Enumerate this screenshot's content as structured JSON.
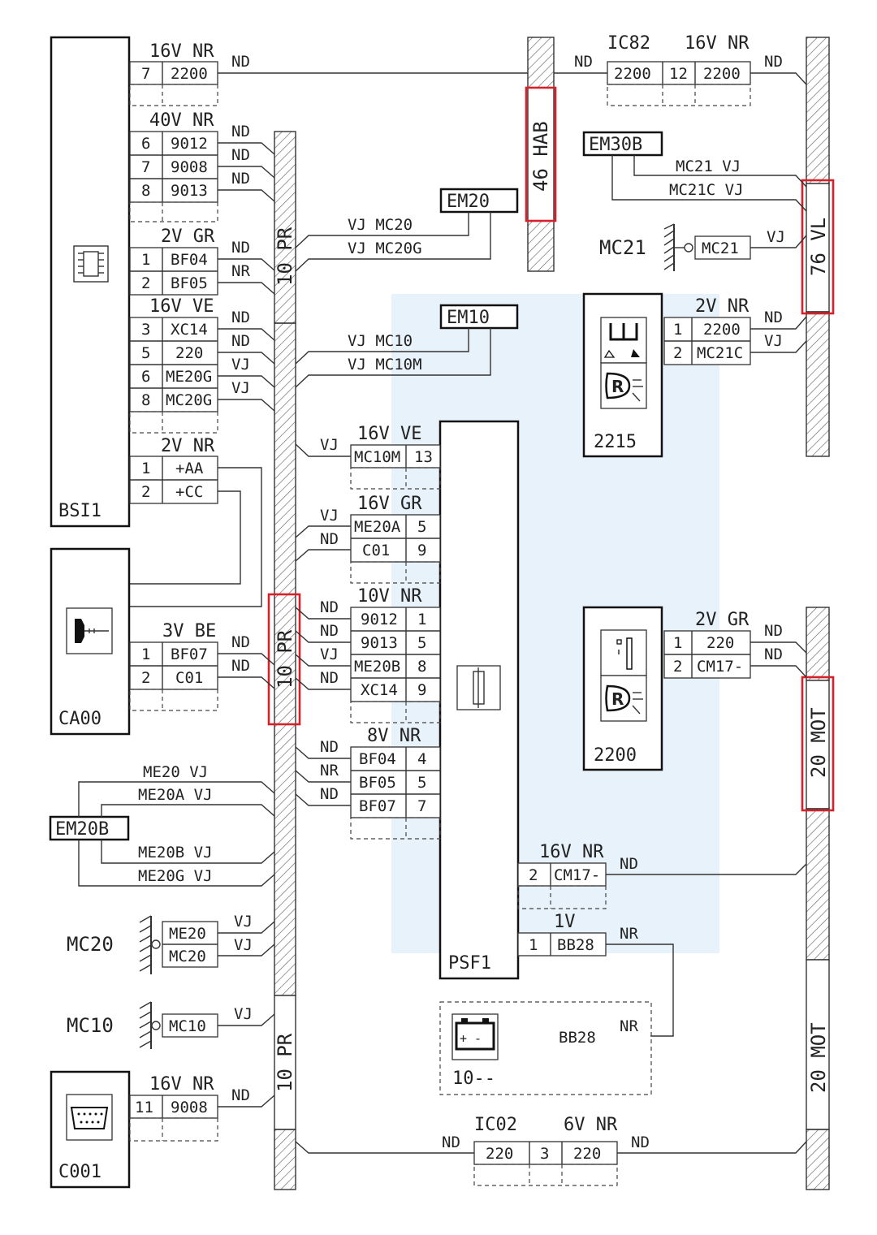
{
  "components": {
    "bsi": "BSI1",
    "ca00": "CA00",
    "c001": "C001",
    "psf1": "PSF1",
    "em20": "EM20",
    "em10": "EM10",
    "em30b": "EM30B",
    "em20b": "EM20B",
    "lamp2215": "2215",
    "lamp2200": "2200",
    "battery": "10--",
    "battery_terminals": "+ -",
    "battery_wire": "BB28",
    "mc20_label": "MC20",
    "mc10_label": "MC10",
    "mc21_label": "MC21"
  },
  "bus_labels": {
    "pr_upper": "10 PR",
    "pr_mid": "10 PR",
    "pr_lower": "10 PR",
    "hab": "46 HAB",
    "vl": "76 VL",
    "mot_upper": "20 MOT",
    "mot_lower": "20 MOT"
  },
  "connectors": {
    "bsi_16v_nr": {
      "header": "16V NR",
      "rows": [
        [
          "7",
          "2200",
          "ND"
        ]
      ]
    },
    "bsi_40v_nr": {
      "header": "40V NR",
      "rows": [
        [
          "6",
          "9012",
          "ND"
        ],
        [
          "7",
          "9008",
          "ND"
        ],
        [
          "8",
          "9013",
          "ND"
        ]
      ]
    },
    "bsi_2v_gr": {
      "header": "2V GR",
      "rows": [
        [
          "1",
          "BF04",
          "ND"
        ],
        [
          "2",
          "BF05",
          "NR"
        ]
      ]
    },
    "bsi_16v_ve": {
      "header": "16V VE",
      "rows": [
        [
          "3",
          "XC14",
          "ND"
        ],
        [
          "5",
          "220",
          "ND"
        ],
        [
          "6",
          "ME20G",
          "VJ"
        ],
        [
          "8",
          "MC20G",
          "VJ"
        ]
      ]
    },
    "bsi_2v_nr": {
      "header": "2V NR",
      "rows": [
        [
          "1",
          "+AA"
        ],
        [
          "2",
          "+CC"
        ]
      ]
    },
    "ca00_3v_be": {
      "header": "3V BE",
      "rows": [
        [
          "1",
          "BF07",
          "ND"
        ],
        [
          "2",
          "C01",
          "ND"
        ]
      ]
    },
    "c001_16v_nr": {
      "header": "16V NR",
      "rows": [
        [
          "11",
          "9008",
          "ND"
        ]
      ]
    },
    "ic82": {
      "title": "IC82",
      "header": "16V NR",
      "left": "2200",
      "pin": "12",
      "right": "2200",
      "wire_left": "ND",
      "wire_right": "ND"
    },
    "ic02": {
      "title": "IC02",
      "header": "6V NR",
      "left": "220",
      "pin": "3",
      "right": "220",
      "wire_left": "ND",
      "wire_right": "ND"
    },
    "psf_16v_ve": {
      "header": "16V VE",
      "rows": [
        [
          "MC10M",
          "13",
          "VJ"
        ]
      ]
    },
    "psf_16v_gr": {
      "header": "16V GR",
      "rows": [
        [
          "ME20A",
          "5",
          "VJ"
        ],
        [
          "C01",
          "9",
          "ND"
        ]
      ]
    },
    "psf_10v_nr": {
      "header": "10V NR",
      "rows": [
        [
          "9012",
          "1",
          "ND"
        ],
        [
          "9013",
          "5",
          "ND"
        ],
        [
          "ME20B",
          "8",
          "VJ"
        ],
        [
          "XC14",
          "9",
          "ND"
        ]
      ]
    },
    "psf_8v_nr": {
      "header": "8V NR",
      "rows": [
        [
          "BF04",
          "4",
          "ND"
        ],
        [
          "BF05",
          "5",
          "NR"
        ],
        [
          "BF07",
          "7",
          "ND"
        ]
      ]
    },
    "psf_16v_nr": {
      "header": "16V NR",
      "rows": [
        [
          "2",
          "CM17-",
          "ND"
        ]
      ]
    },
    "psf_1v": {
      "header": "1V",
      "rows": [
        [
          "1",
          "BB28",
          "NR"
        ]
      ]
    },
    "l2215_2v_nr": {
      "header": "2V NR",
      "rows": [
        [
          "1",
          "2200",
          "ND"
        ],
        [
          "2",
          "MC21C",
          "VJ"
        ]
      ]
    },
    "l2200_2v_gr": {
      "header": "2V GR",
      "rows": [
        [
          "1",
          "220",
          "ND"
        ],
        [
          "2",
          "CM17-",
          "ND"
        ]
      ]
    },
    "mc20_conn": {
      "rows": [
        [
          "ME20",
          "VJ"
        ],
        [
          "MC20",
          "VJ"
        ]
      ]
    },
    "mc10_conn": {
      "rows": [
        [
          "MC10",
          "VJ"
        ]
      ]
    },
    "mc21_conn": {
      "rows": [
        [
          "MC21",
          "VJ"
        ]
      ]
    }
  },
  "wires": {
    "em20_a": "VJ  MC20",
    "em20_b": "VJ  MC20G",
    "em10_a": "VJ  MC10",
    "em10_b": "VJ  MC10M",
    "em30b_a": "MC21 VJ",
    "em30b_b": "MC21C VJ",
    "em20b_a": "ME20 VJ",
    "em20b_b": "ME20A VJ",
    "em20b_c": "ME20B VJ",
    "em20b_d": "ME20G VJ"
  },
  "colors": {
    "line": "#333333",
    "highlight": "#d8202a",
    "watermark": "#d6e8f6"
  }
}
